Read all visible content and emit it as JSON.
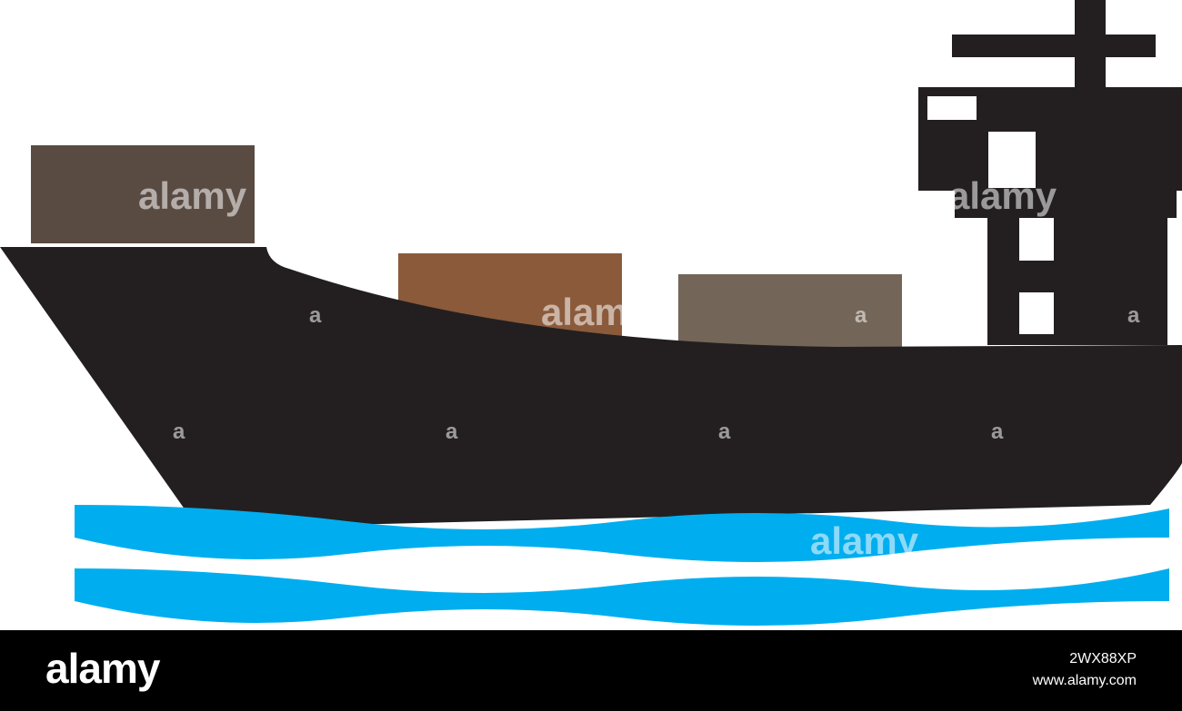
{
  "image": {
    "subject": "cargo-ship-icon",
    "colors": {
      "background": "#ffffff",
      "hull": "#231f20",
      "container_front": "#594a42",
      "container_middle": "#8a5a3b",
      "container_rear": "#736658",
      "water": "#00aeef",
      "footer_bar": "#000000",
      "footer_text": "#ffffff"
    }
  },
  "watermark": {
    "word": "alamy",
    "fragment": "alam",
    "letter": "a"
  },
  "footer": {
    "logo_text": "alamy",
    "image_id": "2WX88XP",
    "site": "www.alamy.com"
  }
}
